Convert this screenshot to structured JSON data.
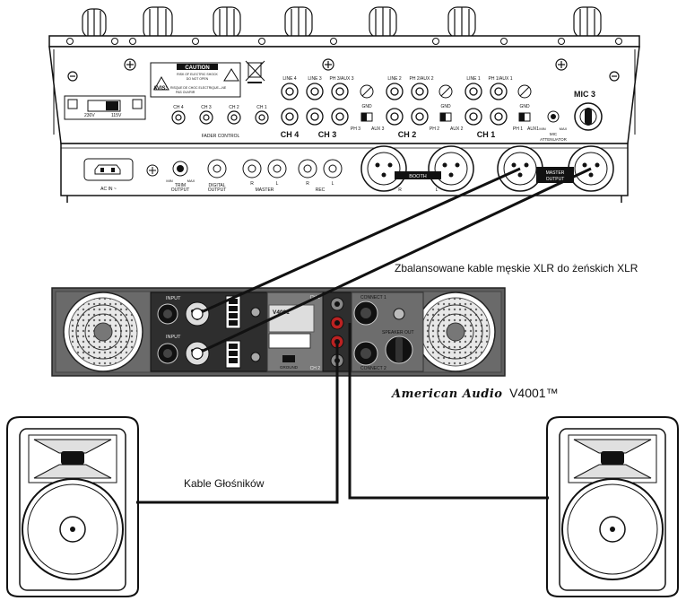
{
  "mixer": {
    "caution_title": "CAUTION",
    "caution_line1": "RISK OF ELECTRIC SHOCK",
    "caution_line2": "DO NOT OPEN",
    "avis_word": "AVIS:",
    "avis_line1": "RISQUE DE CHOC ELECTRIQUE—NE",
    "avis_line2": "PAS OUVRIR",
    "voltage_230": "230V",
    "voltage_115": "115V",
    "fader_ch4": "CH 4",
    "fader_ch3": "CH 3",
    "fader_ch2": "CH 2",
    "fader_ch1": "CH 1",
    "fader_control": "FADER CONTROL",
    "line4": "LINE 4",
    "line3": "LINE 3",
    "ph3aux3_top": "PH 3/AUX 3",
    "line2": "LINE 2",
    "ph2aux2_top": "PH 2/AUX 2",
    "line1": "LINE 1",
    "ph1aux1_top": "PH 1/AUX 1",
    "gnd_a": "GND",
    "gnd_b": "GND",
    "gnd_c": "GND",
    "ch4": "CH 4",
    "ch3": "CH 3",
    "ch2": "CH 2",
    "ch1": "CH 1",
    "ph3": "PH 3",
    "aux3": "AUX 3",
    "ph2": "PH 2",
    "aux2": "AUX 2",
    "ph1": "PH 1",
    "aux1": "AUX1",
    "mic3": "MIC 3",
    "mic_att_min": "MIN",
    "mic_att_max": "MAX",
    "mic_att_1": "MIC",
    "mic_att_2": "ATTENUATOR",
    "ac_in": "AC IN ~",
    "trim_min": "MIN",
    "trim_max": "MAX",
    "trim_1": "TRIM",
    "trim_2": "OUTPUT",
    "digital_1": "DIGITAL",
    "digital_2": "OUTPUT",
    "master_r": "R",
    "master_l": "L",
    "master": "MASTER",
    "rec_r": "R",
    "rec_l": "L",
    "rec": "REC",
    "booth": "BOOTH",
    "booth_r": "R",
    "booth_l": "L",
    "master_out_1": "MASTER",
    "master_out_2": "OUTPUT"
  },
  "amp": {
    "input_1": "INPUT",
    "input_2": "INPUT",
    "model": "V4001",
    "connect_1": "CONNECT 1",
    "connect_2": "CONNECT 2",
    "ch1": "CH 1",
    "ch2": "CH 2",
    "speaker_out": "SPEAKER OUT",
    "ground": "GROUND"
  },
  "captions": {
    "xlr_cables": "Zbalansowane kable męskie XLR do żeńskich XLR",
    "speaker_cables": "Kable Głośników",
    "amp_brand": "American Audio",
    "amp_model": "V4001™"
  }
}
